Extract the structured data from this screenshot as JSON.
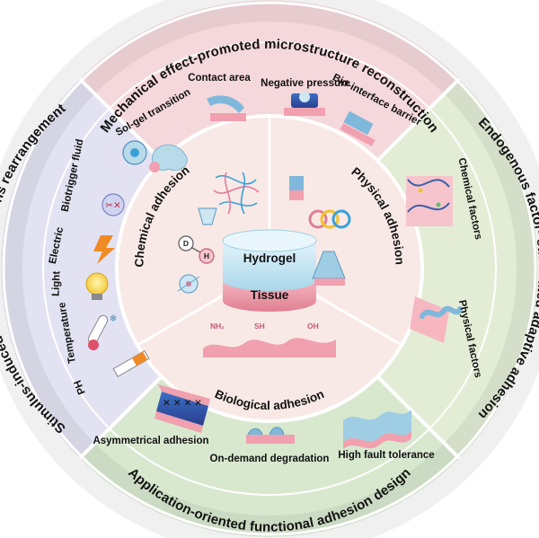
{
  "center": {
    "hydrogel_label": "Hydrogel",
    "tissue_label": "Tissue"
  },
  "inner_ring": {
    "chemical_adhesion": "Chemical adhesion",
    "physical_adhesion": "Physical adhesion",
    "biological_adhesion": "Biological adhesion",
    "groups": [
      "NH₂",
      "SH",
      "OH"
    ],
    "molecule_letters": [
      "D",
      "H"
    ]
  },
  "outer_ring": {
    "top": {
      "title": "Mechanical effect-promoted microstructure reconstruction",
      "items": [
        "Sol-gel transition",
        "Contact area",
        "Negative pressure",
        "Bio-interface barrier"
      ]
    },
    "right": {
      "title": "Endogenous factor- stimulated adaptive adhesion",
      "items": [
        "Chemical factors",
        "Physical factors"
      ]
    },
    "bottom": {
      "title": "Application-oriented functional adhesion design",
      "items": [
        "Asymmetrical adhesion",
        "On-demand degradation",
        "High fault tolerance"
      ]
    },
    "left": {
      "title": "Stimulus-induced interfacial interactions rearrangement",
      "items": [
        "Biotrigger fluid",
        "Electric",
        "Light",
        "Temperature",
        "PH"
      ]
    }
  },
  "colors": {
    "top_sector": "#f5d8dc",
    "right_sector": "#e3ecd5",
    "bottom_sector": "#d8e8cf",
    "left_sector": "#e2e2f2",
    "inner_disc": "#f8e9e6",
    "hydrogel": "#c4e3f0",
    "tissue": "#f0a0ae"
  }
}
